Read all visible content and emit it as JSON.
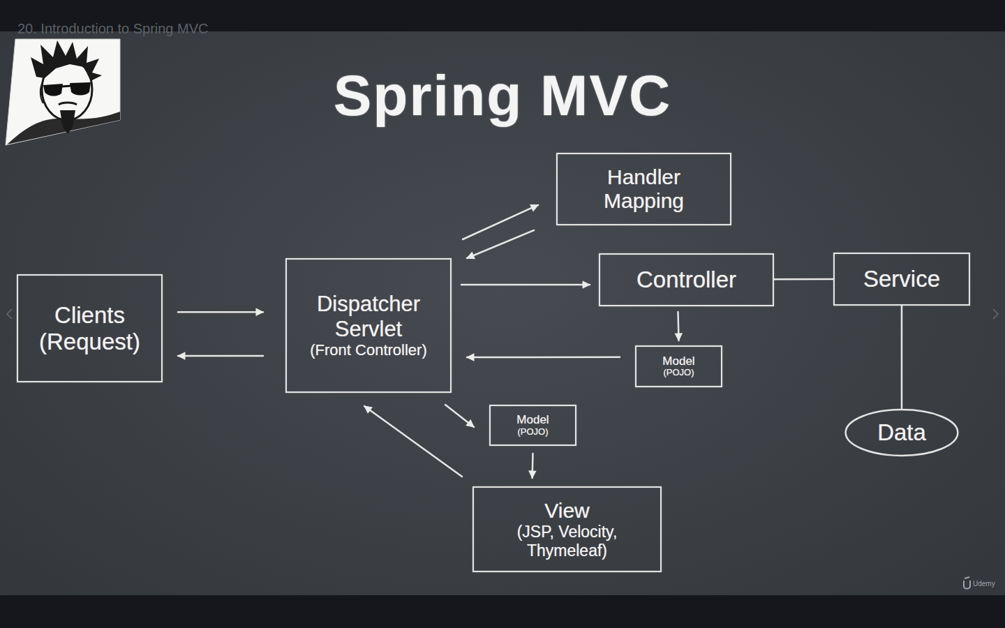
{
  "diagram": {
    "title": "Spring MVC",
    "nodes": [
      {
        "text": [
          "Handler Mapping"
        ]
      },
      {
        "text": [
          "Clients (Request)"
        ]
      },
      {
        "text": [
          "Dispatcher Servlet",
          "(Front Controller)"
        ]
      },
      {
        "text": [
          "Controller"
        ]
      },
      {
        "text": [
          "Service"
        ]
      },
      {
        "text": [
          "Model",
          "(POJO)"
        ]
      },
      {
        "text": [
          "Model",
          "(POJO)"
        ]
      },
      {
        "text": [
          "Data"
        ]
      },
      {
        "text": [
          "View",
          "(JSP, Velocity, Thymeleaf)"
        ]
      }
    ],
    "edges": [
      {
        "from": 1,
        "to": 2,
        "arrow": "to"
      },
      {
        "from": 2,
        "to": 1,
        "arrow": "to"
      },
      {
        "from": 2,
        "to": 0,
        "arrow": "to"
      },
      {
        "from": 0,
        "to": 2,
        "arrow": "to"
      },
      {
        "from": 2,
        "to": 3,
        "arrow": "to"
      },
      {
        "from": 3,
        "to": 4,
        "arrow": "none"
      },
      {
        "from": 3,
        "to": 5,
        "arrow": "to"
      },
      {
        "from": 5,
        "to": 2,
        "arrow": "to"
      },
      {
        "from": 4,
        "to": 7,
        "arrow": "none"
      },
      {
        "from": 2,
        "to": 6,
        "arrow": "to"
      },
      {
        "from": 6,
        "to": 8,
        "arrow": "to"
      },
      {
        "from": 8,
        "to": 2,
        "arrow": "to"
      }
    ],
    "labels": [
      "20. Introduction to Spring MVC",
      "Udemy"
    ]
  }
}
